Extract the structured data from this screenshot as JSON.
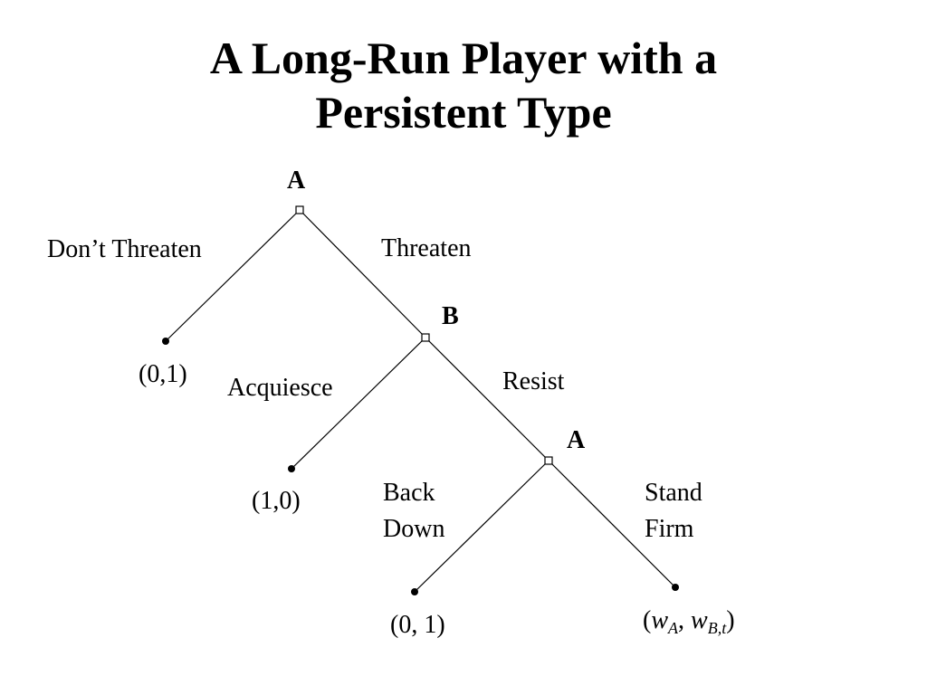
{
  "slide": {
    "title_line1": "A Long-Run Player with a",
    "title_line2": "Persistent Type"
  },
  "tree": {
    "players": {
      "root": "A",
      "second": "B",
      "third": "A"
    },
    "actions": {
      "dont_threaten": "Don’t Threaten",
      "threaten": "Threaten",
      "acquiesce": "Acquiesce",
      "resist": "Resist",
      "back_down_line1": "Back",
      "back_down_line2": "Down",
      "stand_firm_line1": "Stand",
      "stand_firm_line2": "Firm"
    },
    "payoffs": {
      "dont_threaten": "(0,1)",
      "acquiesce": "(1,0)",
      "back_down": "(0, 1)",
      "stand_firm": {
        "open": "(",
        "w1": "w",
        "sub1": "A",
        "sep": ", ",
        "w2": "w",
        "sub2": "B,t",
        "close": ")"
      }
    }
  }
}
